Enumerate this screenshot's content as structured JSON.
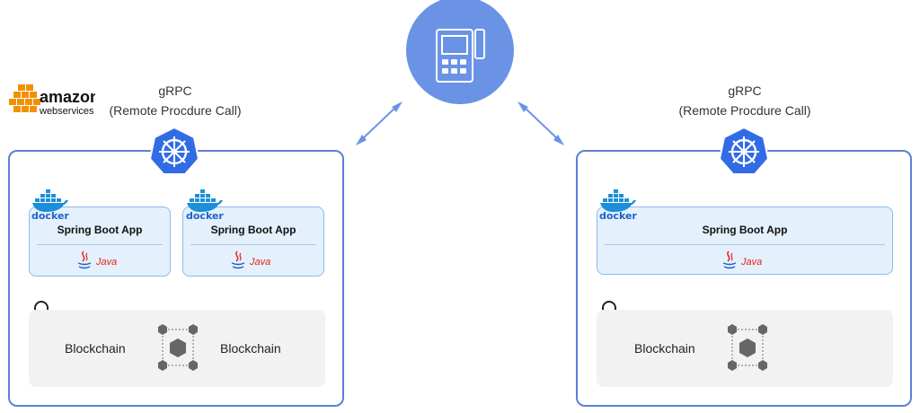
{
  "aws": {
    "brand_top": "amazon",
    "brand_bottom": "webservices"
  },
  "left": {
    "grpc_line1": "gRPC",
    "grpc_line2": "(Remote Procdure Call)",
    "apps": [
      {
        "docker": "docker",
        "title": "Spring Boot App",
        "java": "Java"
      },
      {
        "docker": "docker",
        "title": "Spring Boot App",
        "java": "Java"
      }
    ],
    "chain_labels": [
      "Blockchain",
      "Blockchain"
    ]
  },
  "right": {
    "grpc_line1": "gRPC",
    "grpc_line2": "(Remote Procdure Call)",
    "apps": [
      {
        "docker": "docker",
        "title": "Spring Boot App",
        "java": "Java"
      }
    ],
    "chain_labels": [
      "Blockchain"
    ]
  },
  "colors": {
    "accent": "#5b80d6",
    "k8s": "#326ce5",
    "phone_circle": "#6b93e5",
    "docker": "#1d63c8",
    "java": "#e2231a",
    "aws_orange": "#f29100"
  }
}
